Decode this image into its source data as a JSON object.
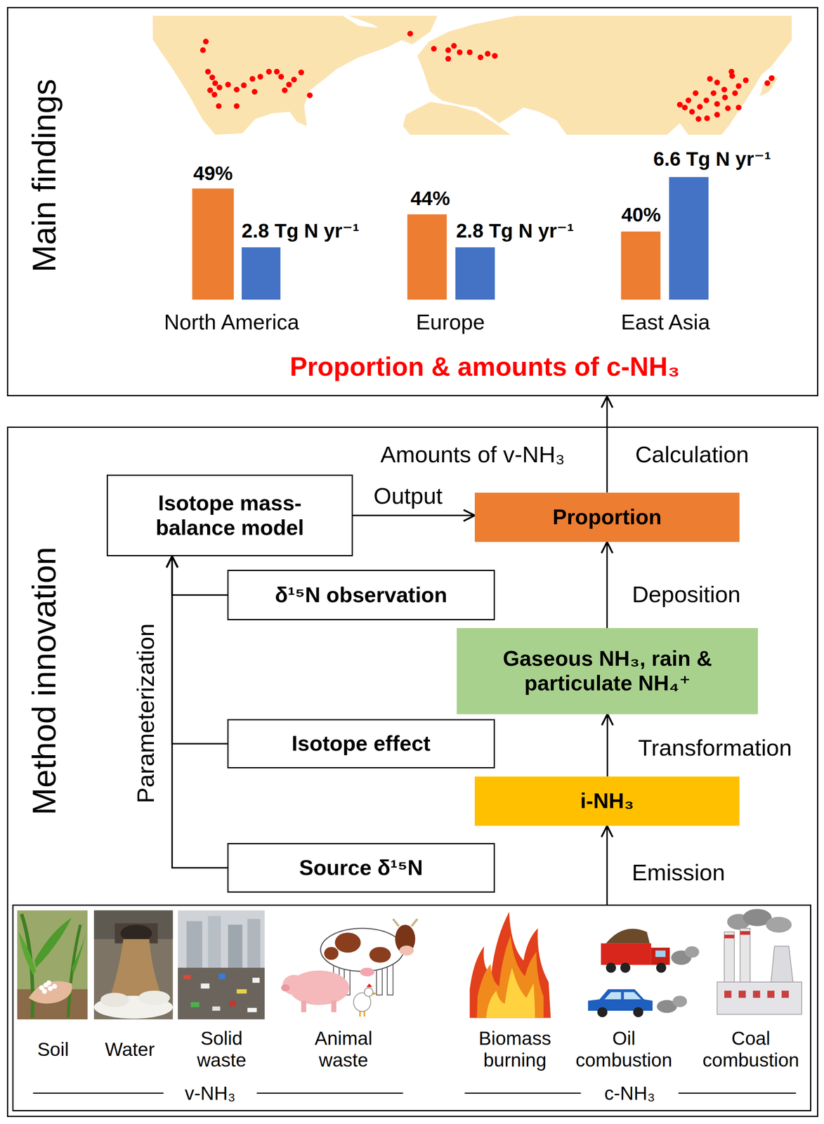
{
  "diagram": {
    "nodes": [
      {
        "text": [
          "Main findings"
        ]
      },
      {
        "text": [
          "Method innovation"
        ]
      },
      {
        "text": [
          "Isotope mass-balance model"
        ],
        "in": 1
      },
      {
        "text": [
          "δ¹⁵N observation"
        ],
        "in": 1
      },
      {
        "text": [
          "Isotope effect"
        ],
        "in": 1
      },
      {
        "text": [
          "Source δ¹⁵N"
        ],
        "in": 1
      },
      {
        "text": [
          "Proportion"
        ],
        "in": 1
      },
      {
        "text": [
          "Gaseous NH₃, rain & particulate NH₄⁺"
        ],
        "in": 1
      },
      {
        "text": [
          "i-NH₃"
        ],
        "in": 1
      },
      {
        "text": [
          "Soil",
          "Water",
          "Solid waste",
          "Animal waste",
          "Biomass burning",
          "Oil combustion",
          "Coal combustion",
          "v-NH₃",
          "c-NH₃"
        ],
        "in": 1
      }
    ],
    "edges": [
      {
        "from": 9,
        "to": 8,
        "arrow": "to",
        "label": "Emission"
      },
      {
        "from": 8,
        "to": 7,
        "arrow": "to",
        "label": "Transformation"
      },
      {
        "from": 7,
        "to": 6,
        "arrow": "to",
        "label": "Deposition"
      },
      {
        "from": 2,
        "to": 6,
        "arrow": "to",
        "label": "Output"
      },
      {
        "from": 6,
        "to": 0,
        "arrow": "to",
        "label": "Calculation"
      },
      {
        "from": 3,
        "to": 2,
        "arrow": "to"
      },
      {
        "from": 4,
        "to": 2,
        "arrow": "to"
      },
      {
        "from": 5,
        "to": 2,
        "arrow": "to"
      }
    ],
    "labels": [
      "49%",
      "2.8 Tg N yr⁻¹",
      "44%",
      "2.8 Tg N yr⁻¹",
      "40%",
      "6.6 Tg N yr⁻¹",
      "North America",
      "Europe",
      "East Asia",
      "Proportion & amounts of c-NH₃",
      "Amounts of v-NH₃",
      "Parameterization"
    ]
  }
}
